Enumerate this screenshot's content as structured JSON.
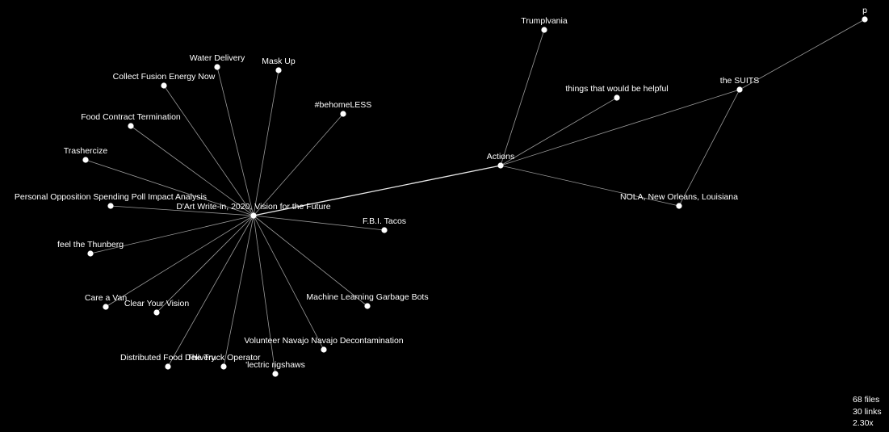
{
  "graph": {
    "nodes": [
      {
        "id": "hub",
        "label": "D'Art Write-in, 2020, Vision for the Future"
      },
      {
        "id": "actions",
        "label": "Actions"
      },
      {
        "id": "trumplvania",
        "label": "Trumplvania"
      },
      {
        "id": "p",
        "label": "p"
      },
      {
        "id": "helpful",
        "label": "things that would be helpful"
      },
      {
        "id": "suits",
        "label": "the SUITS"
      },
      {
        "id": "nola",
        "label": "NOLA, New Orleans, Louisiana"
      },
      {
        "id": "water",
        "label": "Water Delivery"
      },
      {
        "id": "maskup",
        "label": "Mask Up"
      },
      {
        "id": "fusion",
        "label": "Collect Fusion Energy Now"
      },
      {
        "id": "behome",
        "label": "#behomeLESS"
      },
      {
        "id": "foodcontract",
        "label": "Food Contract Termination"
      },
      {
        "id": "trashercize",
        "label": "Trashercize"
      },
      {
        "id": "poll",
        "label": "Personal Opposition Spending Poll Impact Analysis"
      },
      {
        "id": "fbi",
        "label": "F.B.I. Tacos"
      },
      {
        "id": "thunberg",
        "label": "feel the Thunberg"
      },
      {
        "id": "carevan",
        "label": "Care a Van"
      },
      {
        "id": "clearvision",
        "label": "Clear Your Vision"
      },
      {
        "id": "mlbots",
        "label": "Machine Learning Garbage Bots"
      },
      {
        "id": "navajo",
        "label": "Volunteer Navajo Navajo Decontamination"
      },
      {
        "id": "distfood",
        "label": "Distributed Food Delivery"
      },
      {
        "id": "truck",
        "label": "The Truck Operator"
      },
      {
        "id": "rigshaws",
        "label": "'lectric rigshaws"
      }
    ],
    "links": [
      {
        "source": "hub",
        "target": "actions",
        "strong": true
      },
      {
        "source": "actions",
        "target": "trumplvania"
      },
      {
        "source": "actions",
        "target": "helpful"
      },
      {
        "source": "actions",
        "target": "suits"
      },
      {
        "source": "actions",
        "target": "nola"
      },
      {
        "source": "suits",
        "target": "p"
      },
      {
        "source": "suits",
        "target": "nola"
      },
      {
        "source": "hub",
        "target": "water"
      },
      {
        "source": "hub",
        "target": "maskup"
      },
      {
        "source": "hub",
        "target": "fusion"
      },
      {
        "source": "hub",
        "target": "behome"
      },
      {
        "source": "hub",
        "target": "foodcontract"
      },
      {
        "source": "hub",
        "target": "trashercize"
      },
      {
        "source": "hub",
        "target": "poll"
      },
      {
        "source": "hub",
        "target": "fbi"
      },
      {
        "source": "hub",
        "target": "thunberg"
      },
      {
        "source": "hub",
        "target": "carevan"
      },
      {
        "source": "hub",
        "target": "clearvision"
      },
      {
        "source": "hub",
        "target": "mlbots"
      },
      {
        "source": "hub",
        "target": "navajo"
      },
      {
        "source": "hub",
        "target": "distfood"
      },
      {
        "source": "hub",
        "target": "truck"
      },
      {
        "source": "hub",
        "target": "rigshaws"
      }
    ]
  },
  "stats": {
    "files": "68 files",
    "links": "30 links",
    "zoom": "2.30x"
  }
}
